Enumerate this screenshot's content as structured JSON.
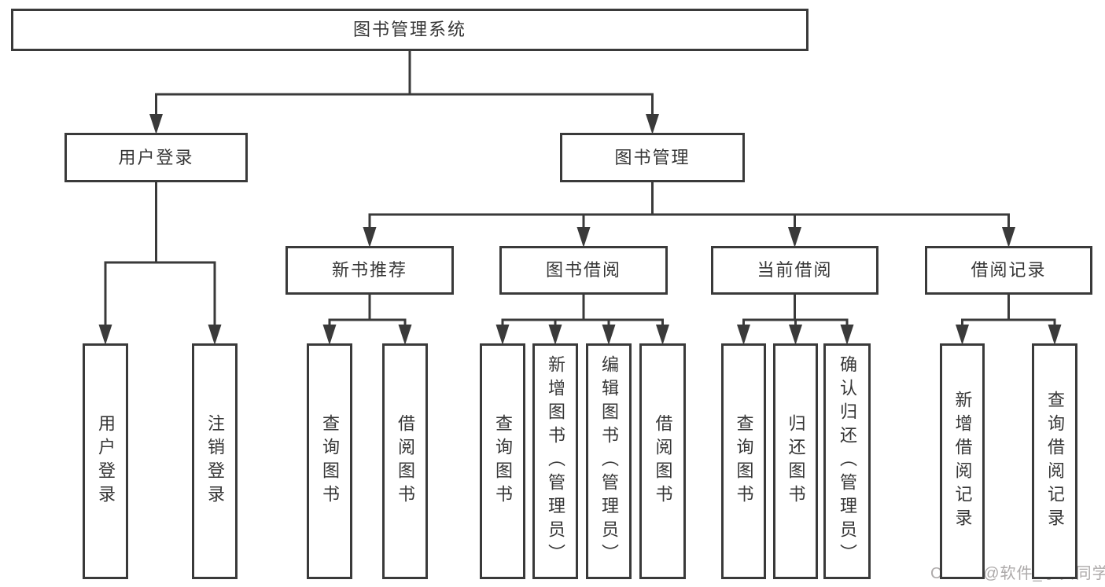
{
  "diagram": {
    "type": "tree",
    "direction": "top-down",
    "nodes": [
      {
        "id": "root",
        "label": "图书管理系统"
      },
      {
        "id": "user-login",
        "label": "用户登录"
      },
      {
        "id": "book-mgmt",
        "label": "图书管理"
      },
      {
        "id": "new-book-rec",
        "label": "新书推荐"
      },
      {
        "id": "book-borrow",
        "label": "图书借阅"
      },
      {
        "id": "current-borrow",
        "label": "当前借阅"
      },
      {
        "id": "borrow-records",
        "label": "借阅记录"
      },
      {
        "id": "login-leaf",
        "label": "用户登录"
      },
      {
        "id": "logout-leaf",
        "label": "注销登录"
      },
      {
        "id": "query-book-1",
        "label": "查询图书"
      },
      {
        "id": "borrow-book-1",
        "label": "借阅图书"
      },
      {
        "id": "query-book-2",
        "label": "查询图书"
      },
      {
        "id": "add-book",
        "label": "新增图书（管理员）"
      },
      {
        "id": "edit-book",
        "label": "编辑图书（管理员）"
      },
      {
        "id": "borrow-book-2",
        "label": "借阅图书"
      },
      {
        "id": "query-book-3",
        "label": "查询图书"
      },
      {
        "id": "return-book",
        "label": "归还图书"
      },
      {
        "id": "confirm-return",
        "label": "确认归还（管理员）"
      },
      {
        "id": "add-borrow-record",
        "label": "新增借阅记录"
      },
      {
        "id": "query-borrow-record",
        "label": "查询借阅记录"
      }
    ],
    "edges": [
      {
        "from": "root",
        "to": [
          "user-login",
          "book-mgmt"
        ]
      },
      {
        "from": "user-login",
        "to": [
          "login-leaf",
          "logout-leaf"
        ]
      },
      {
        "from": "book-mgmt",
        "to": [
          "new-book-rec",
          "book-borrow",
          "current-borrow",
          "borrow-records"
        ]
      },
      {
        "from": "new-book-rec",
        "to": [
          "query-book-1",
          "borrow-book-1"
        ]
      },
      {
        "from": "book-borrow",
        "to": [
          "query-book-2",
          "add-book",
          "edit-book",
          "borrow-book-2"
        ]
      },
      {
        "from": "current-borrow",
        "to": [
          "query-book-3",
          "return-book",
          "confirm-return"
        ]
      },
      {
        "from": "borrow-records",
        "to": [
          "add-borrow-record",
          "query-borrow-record"
        ]
      }
    ]
  },
  "watermark": {
    "text": "CSDN @软件_小贺同学",
    "color": "#a5a1a1"
  },
  "colors": {
    "line": "#3a3a3a",
    "box_fill": "#ffffff",
    "text": "#363636",
    "background": "#ffffff"
  }
}
